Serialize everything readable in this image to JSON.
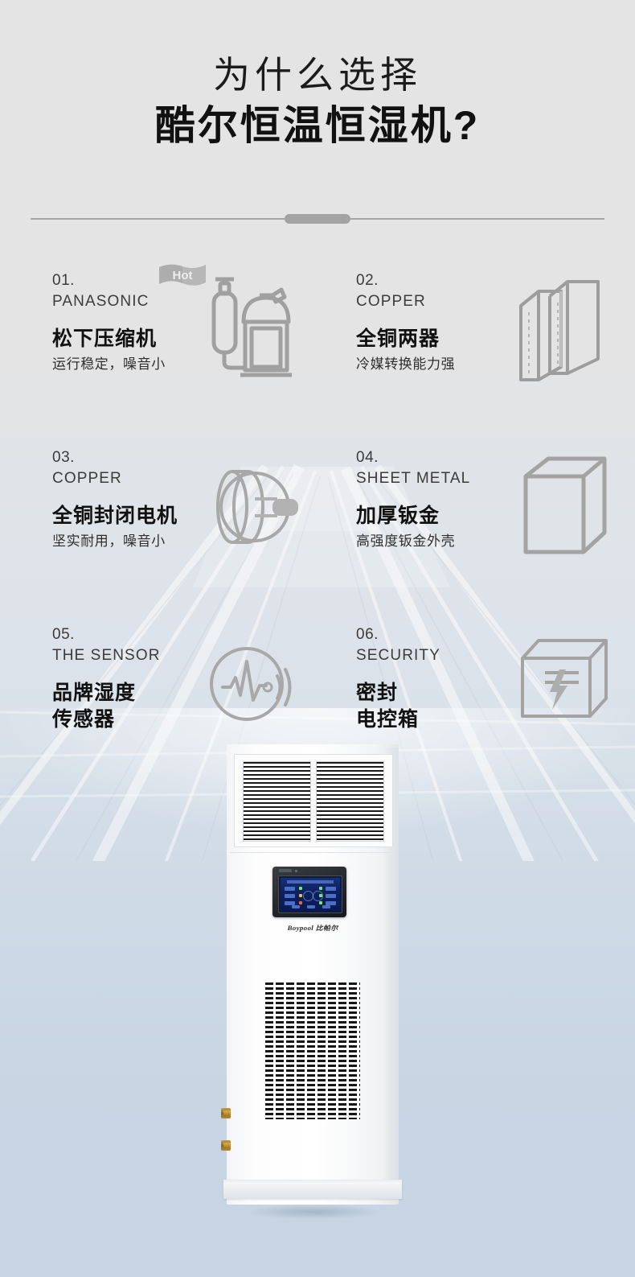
{
  "header": {
    "title_line1": "为什么选择",
    "title_line2": "酷尔恒温恒湿机?"
  },
  "colors": {
    "bg_top": "#e4e4e4",
    "bg_bottom": "#c9d6e4",
    "text_primary": "#111111",
    "text_secondary": "#3b3b3b",
    "divider": "#a6a6a6",
    "icon_gray": "#9a9a9a",
    "lcd_blue": "#0d2060",
    "brass": "#b58c33"
  },
  "features": [
    {
      "index": "01.",
      "eng": "PANASONIC",
      "cn_title": "松下压缩机",
      "cn_sub": "运行稳定，噪音小",
      "badge": "Hot",
      "icon": "compressor-icon"
    },
    {
      "index": "02.",
      "eng": "COPPER",
      "cn_title": "全铜两器",
      "cn_sub": "冷媒转换能力强",
      "badge": "",
      "icon": "heat-exchanger-icon"
    },
    {
      "index": "03.",
      "eng": "COPPER",
      "cn_title": "全铜封闭电机",
      "cn_sub": "坚实耐用，噪音小",
      "badge": "",
      "icon": "motor-icon"
    },
    {
      "index": "04.",
      "eng": "SHEET METAL",
      "cn_title": "加厚钣金",
      "cn_sub": "高强度钣金外壳",
      "badge": "",
      "icon": "metal-box-icon"
    },
    {
      "index": "05.",
      "eng": "THE SENSOR",
      "cn_title": "品牌湿度\n传感器",
      "cn_sub": "",
      "badge": "",
      "icon": "sensor-waveform-icon"
    },
    {
      "index": "06.",
      "eng": "SECURITY",
      "cn_title": "密封\n电控箱",
      "cn_sub": "",
      "badge": "",
      "icon": "electrical-box-icon"
    }
  ],
  "product": {
    "brand_logo": "Boypool 比帕尔",
    "alt": "恒温恒湿机 柜式机组"
  }
}
